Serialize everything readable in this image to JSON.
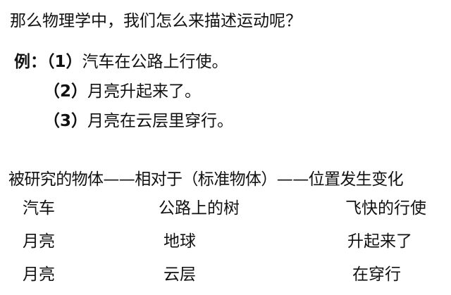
{
  "question": "那么物理学中，我们怎么来描述运动呢？",
  "examples": {
    "prefix": "例：",
    "items": [
      {
        "num": "（1）",
        "text": "汽车在公路上行使。"
      },
      {
        "num": "（2）",
        "text": "月亮升起来了。"
      },
      {
        "num": "（3）",
        "text": "月亮在云层里穿行。"
      }
    ]
  },
  "relation": "被研究的物体——相对于（标准物体）——位置发生变化",
  "table": [
    [
      "汽车",
      "公路上的树",
      "飞快的行使"
    ],
    [
      "月亮",
      "地球",
      "升起来了"
    ],
    [
      "月亮",
      "云层",
      "在穿行"
    ]
  ]
}
